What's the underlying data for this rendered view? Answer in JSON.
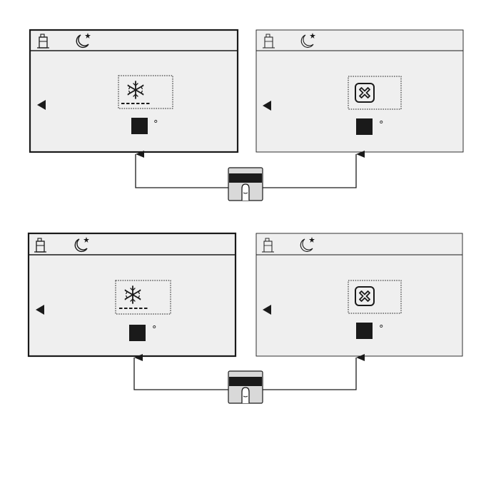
{
  "colors": {
    "screen_fill": "#efefef",
    "line": "#1a1a1a",
    "button_body": "#d9d9d9"
  },
  "screen": {
    "degree_mark": "°",
    "icons": {
      "status_left": "water-tank-icon",
      "status_right": "night-mode-icon",
      "nav": "left-arrow-icon",
      "mode_cool": "snowflake-icon",
      "mode_off": "fan-off-icon",
      "temperature": "temperature-block-icon"
    }
  },
  "panels": [
    {
      "id": "top-left",
      "mode": "cool"
    },
    {
      "id": "top-right",
      "mode": "off"
    },
    {
      "id": "bottom-left",
      "mode": "cool"
    },
    {
      "id": "bottom-right",
      "mode": "off"
    }
  ],
  "button_icon": "press-button-icon"
}
